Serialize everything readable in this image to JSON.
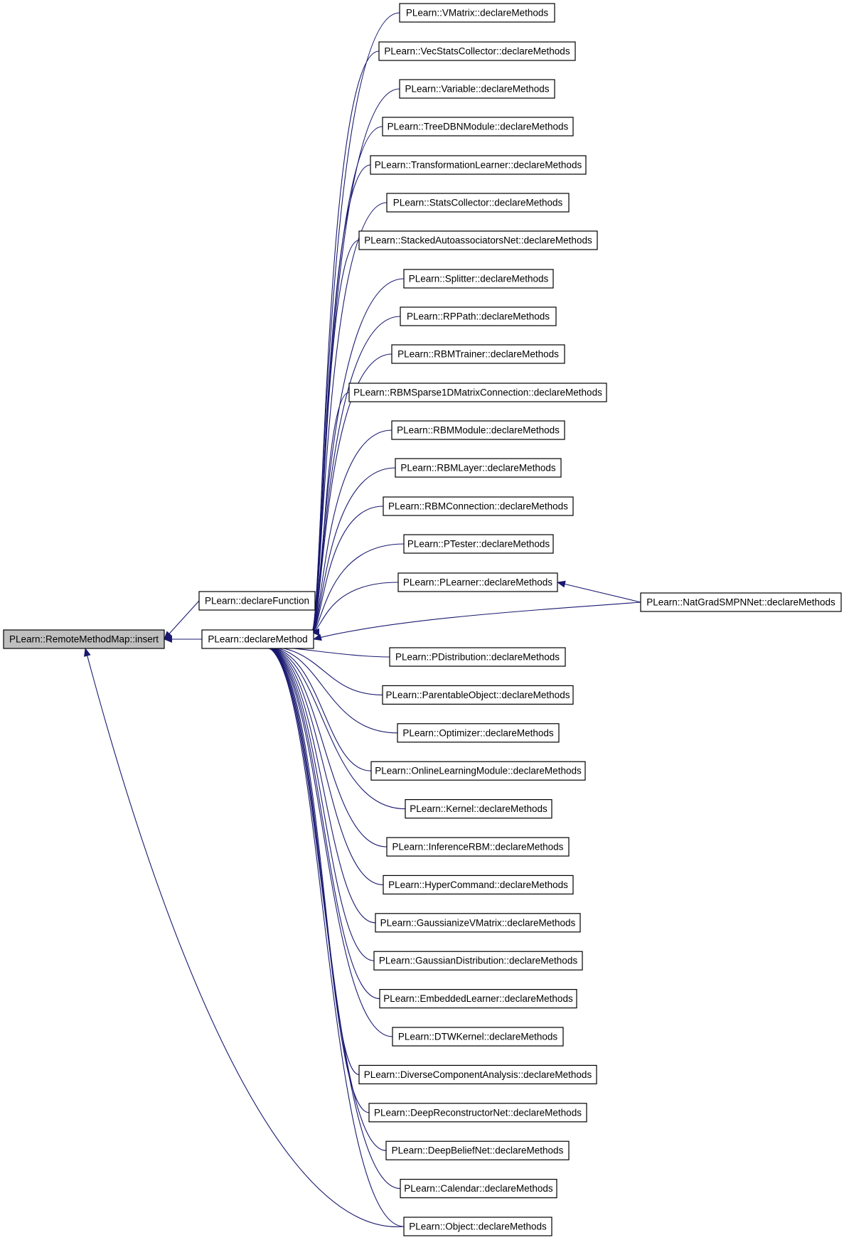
{
  "diagram": {
    "type": "call-graph",
    "colors": {
      "edge": "#191970",
      "node_border": "#000000",
      "focus_fill": "#bfbfbf",
      "node_fill": "#ffffff"
    },
    "nodes": [
      {
        "id": "insert",
        "label": "PLearn::RemoteMethodMap::insert",
        "focus": true
      },
      {
        "id": "declareFunction",
        "label": "PLearn::declareFunction"
      },
      {
        "id": "declareMethod",
        "label": "PLearn::declareMethod"
      },
      {
        "id": "VMatrix",
        "label": "PLearn::VMatrix::declareMethods"
      },
      {
        "id": "VecStatsCollector",
        "label": "PLearn::VecStatsCollector::declareMethods"
      },
      {
        "id": "Variable",
        "label": "PLearn::Variable::declareMethods"
      },
      {
        "id": "TreeDBNModule",
        "label": "PLearn::TreeDBNModule::declareMethods"
      },
      {
        "id": "TransformationLearner",
        "label": "PLearn::TransformationLearner::declareMethods"
      },
      {
        "id": "StatsCollector",
        "label": "PLearn::StatsCollector::declareMethods"
      },
      {
        "id": "StackedAutoassociatorsNet",
        "label": "PLearn::StackedAutoassociatorsNet::declareMethods"
      },
      {
        "id": "Splitter",
        "label": "PLearn::Splitter::declareMethods"
      },
      {
        "id": "RPPath",
        "label": "PLearn::RPPath::declareMethods"
      },
      {
        "id": "RBMTrainer",
        "label": "PLearn::RBMTrainer::declareMethods"
      },
      {
        "id": "RBMSparse1DMatrixConnection",
        "label": "PLearn::RBMSparse1DMatrixConnection::declareMethods"
      },
      {
        "id": "RBMModule",
        "label": "PLearn::RBMModule::declareMethods"
      },
      {
        "id": "RBMLayer",
        "label": "PLearn::RBMLayer::declareMethods"
      },
      {
        "id": "RBMConnection",
        "label": "PLearn::RBMConnection::declareMethods"
      },
      {
        "id": "PTester",
        "label": "PLearn::PTester::declareMethods"
      },
      {
        "id": "PLearner",
        "label": "PLearn::PLearner::declareMethods"
      },
      {
        "id": "NatGradSMPNNet",
        "label": "PLearn::NatGradSMPNNet::declareMethods"
      },
      {
        "id": "PDistribution",
        "label": "PLearn::PDistribution::declareMethods"
      },
      {
        "id": "ParentableObject",
        "label": "PLearn::ParentableObject::declareMethods"
      },
      {
        "id": "Optimizer",
        "label": "PLearn::Optimizer::declareMethods"
      },
      {
        "id": "OnlineLearningModule",
        "label": "PLearn::OnlineLearningModule::declareMethods"
      },
      {
        "id": "Kernel",
        "label": "PLearn::Kernel::declareMethods"
      },
      {
        "id": "InferenceRBM",
        "label": "PLearn::InferenceRBM::declareMethods"
      },
      {
        "id": "HyperCommand",
        "label": "PLearn::HyperCommand::declareMethods"
      },
      {
        "id": "GaussianizeVMatrix",
        "label": "PLearn::GaussianizeVMatrix::declareMethods"
      },
      {
        "id": "GaussianDistribution",
        "label": "PLearn::GaussianDistribution::declareMethods"
      },
      {
        "id": "EmbeddedLearner",
        "label": "PLearn::EmbeddedLearner::declareMethods"
      },
      {
        "id": "DTWKernel",
        "label": "PLearn::DTWKernel::declareMethods"
      },
      {
        "id": "DiverseComponentAnalysis",
        "label": "PLearn::DiverseComponentAnalysis::declareMethods"
      },
      {
        "id": "DeepReconstructorNet",
        "label": "PLearn::DeepReconstructorNet::declareMethods"
      },
      {
        "id": "DeepBeliefNet",
        "label": "PLearn::DeepBeliefNet::declareMethods"
      },
      {
        "id": "Calendar",
        "label": "PLearn::Calendar::declareMethods"
      },
      {
        "id": "Object",
        "label": "PLearn::Object::declareMethods"
      }
    ],
    "edges": [
      {
        "from": "declareFunction",
        "to": "insert"
      },
      {
        "from": "declareMethod",
        "to": "insert"
      },
      {
        "from": "Object",
        "to": "insert"
      },
      {
        "from": "VMatrix",
        "to": "declareMethod"
      },
      {
        "from": "VecStatsCollector",
        "to": "declareMethod"
      },
      {
        "from": "Variable",
        "to": "declareMethod"
      },
      {
        "from": "TreeDBNModule",
        "to": "declareMethod"
      },
      {
        "from": "TransformationLearner",
        "to": "declareMethod"
      },
      {
        "from": "StatsCollector",
        "to": "declareMethod"
      },
      {
        "from": "StackedAutoassociatorsNet",
        "to": "declareMethod"
      },
      {
        "from": "Splitter",
        "to": "declareMethod"
      },
      {
        "from": "RPPath",
        "to": "declareMethod"
      },
      {
        "from": "RBMTrainer",
        "to": "declareMethod"
      },
      {
        "from": "RBMSparse1DMatrixConnection",
        "to": "declareMethod"
      },
      {
        "from": "RBMModule",
        "to": "declareMethod"
      },
      {
        "from": "RBMLayer",
        "to": "declareMethod"
      },
      {
        "from": "RBMConnection",
        "to": "declareMethod"
      },
      {
        "from": "PTester",
        "to": "declareMethod"
      },
      {
        "from": "PLearner",
        "to": "declareMethod"
      },
      {
        "from": "NatGradSMPNNet",
        "to": "PLearner"
      },
      {
        "from": "NatGradSMPNNet",
        "to": "declareMethod"
      },
      {
        "from": "PDistribution",
        "to": "declareMethod"
      },
      {
        "from": "ParentableObject",
        "to": "declareMethod"
      },
      {
        "from": "Optimizer",
        "to": "declareMethod"
      },
      {
        "from": "OnlineLearningModule",
        "to": "declareMethod"
      },
      {
        "from": "Kernel",
        "to": "declareMethod"
      },
      {
        "from": "InferenceRBM",
        "to": "declareMethod"
      },
      {
        "from": "HyperCommand",
        "to": "declareMethod"
      },
      {
        "from": "GaussianizeVMatrix",
        "to": "declareMethod"
      },
      {
        "from": "GaussianDistribution",
        "to": "declareMethod"
      },
      {
        "from": "EmbeddedLearner",
        "to": "declareMethod"
      },
      {
        "from": "DTWKernel",
        "to": "declareMethod"
      },
      {
        "from": "DiverseComponentAnalysis",
        "to": "declareMethod"
      },
      {
        "from": "DeepReconstructorNet",
        "to": "declareMethod"
      },
      {
        "from": "DeepBeliefNet",
        "to": "declareMethod"
      },
      {
        "from": "Calendar",
        "to": "declareMethod"
      },
      {
        "from": "Object",
        "to": "declareMethod"
      }
    ]
  }
}
